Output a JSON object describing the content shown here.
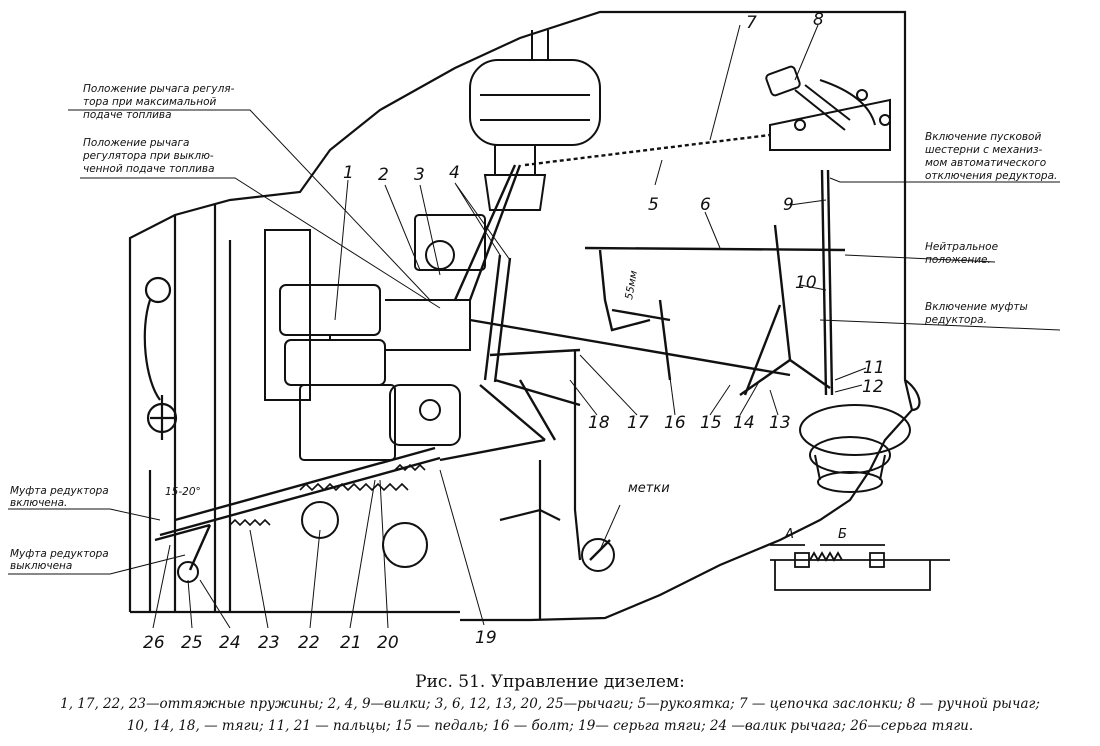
{
  "figure": {
    "part_numbers": [
      "1",
      "2",
      "3",
      "4",
      "5",
      "6",
      "7",
      "8",
      "9",
      "10",
      "11",
      "12",
      "13",
      "14",
      "15",
      "16",
      "17",
      "18",
      "19",
      "20",
      "21",
      "22",
      "23",
      "24",
      "25",
      "26"
    ],
    "annotations": {
      "regulator_max_fuel": [
        "Положение рычага регуля-",
        "тора при максимальной",
        "подаче топлива"
      ],
      "regulator_fuel_off": [
        "Положение рычага",
        "регулятора при выклю-",
        "ченной подаче топлива"
      ],
      "starter_gear_engage": [
        "Включение пусковой",
        "шестерни с механиз-",
        "мом автоматического",
        "отключения редуктора."
      ],
      "neutral": [
        "Нейтральное",
        "положение."
      ],
      "reducer_clutch_engage": [
        "Включение муфты",
        "редуктора."
      ],
      "clutch_engaged": [
        "Муфта редуктора",
        "включена."
      ],
      "clutch_disengaged": [
        "Муфта редуктора",
        "выключена"
      ],
      "marks": "метки",
      "dim_55": "55мм",
      "angle": "15-20°",
      "dim_a": "А",
      "dim_b": "Б"
    }
  },
  "caption": {
    "title": "Рис. 51. Управление дизелем:",
    "legend_line1": "1, 17, 22, 23—оттяжные пружины; 2, 4, 9—вилки; 3, 6, 12, 13, 20, 25—рычаги; 5—рукоятка; 7 — цепочка заслонки; 8 — ручной рычаг;",
    "legend_line2": "10, 14, 18, — тяги; 11, 21 — пальцы; 15 — педаль; 16 — болт; 19— серьга тяги; 24 —валик рычага; 26—серьга тяги."
  }
}
